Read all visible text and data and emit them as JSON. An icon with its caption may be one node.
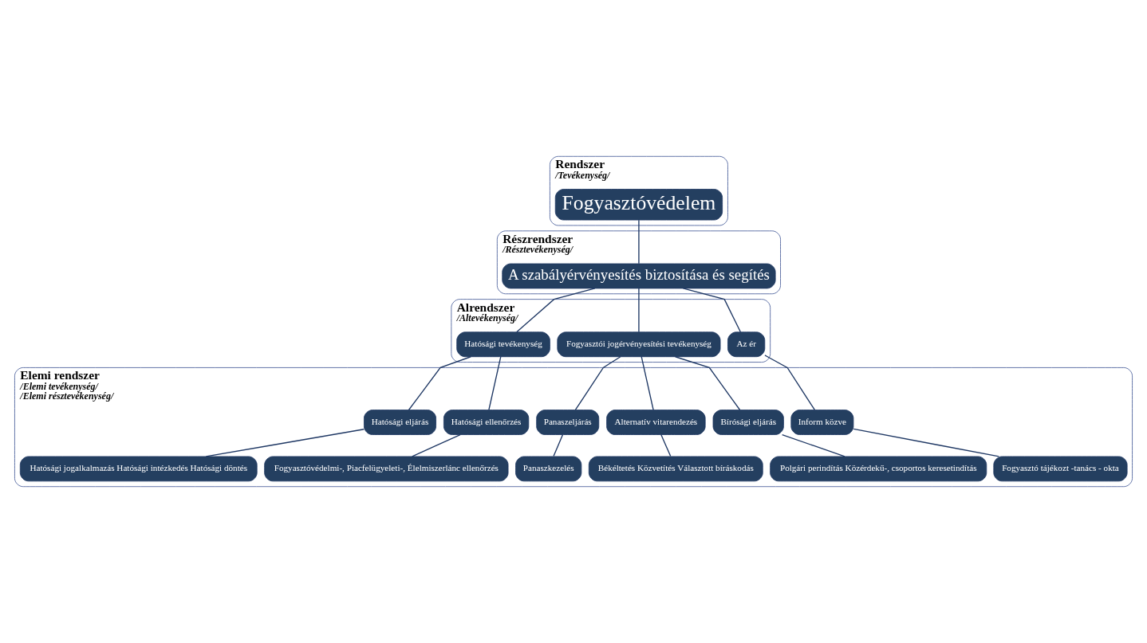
{
  "diagram": {
    "nodes": [
      {
        "text": [
          "Rendszer",
          "/Tevékenység/"
        ]
      },
      {
        "text": [
          "Fogyasztóvédelem"
        ],
        "in": 0
      },
      {
        "text": [
          "Részrendszer",
          "/Résztevékenység/"
        ]
      },
      {
        "text": [
          "A szabályérvényesítés biztosítása és segítés"
        ],
        "in": 2
      },
      {
        "text": [
          "Alrendszer",
          "/Altevékenység/"
        ]
      },
      {
        "text": [
          "Hatósági tevékenység"
        ],
        "in": 4
      },
      {
        "text": [
          "Fogyasztói jogérvényesítési tevékenység"
        ],
        "in": 4
      },
      {
        "text": [
          "Az ér"
        ],
        "in": 4
      },
      {
        "text": [
          "Elemi rendszer",
          "/Elemi tevékenység/",
          "/Elemi résztevékenység/"
        ]
      },
      {
        "text": [
          "Hatósági eljárás"
        ],
        "in": 8
      },
      {
        "text": [
          "Hatósági ellenőrzés"
        ],
        "in": 8
      },
      {
        "text": [
          "Panaszeljárás"
        ],
        "in": 8
      },
      {
        "text": [
          "Alternatív vitarendezés"
        ],
        "in": 8
      },
      {
        "text": [
          "Bírósági eljárás"
        ],
        "in": 8
      },
      {
        "text": [
          "Inform közve"
        ],
        "in": 8
      },
      {
        "text": [
          "Hatósági jogalkalmazás Hatósági intézkedés Hatósági döntés"
        ],
        "in": 8
      },
      {
        "text": [
          "Fogyasztóvédelmi-, Piacfelügyeleti-, Élelmiszerlánc ellenőrzés"
        ],
        "in": 8
      },
      {
        "text": [
          "Panaszkezelés"
        ],
        "in": 8
      },
      {
        "text": [
          "Békéltetés Közvetítés Választott bíráskodás"
        ],
        "in": 8
      },
      {
        "text": [
          "Polgári perindítás Közérdekű-, csoportos keresetindítás"
        ],
        "in": 8
      },
      {
        "text": [
          "Fogyasztó tájékozt -tanács - okta"
        ],
        "in": 8
      }
    ],
    "edges": [
      {
        "from": 1,
        "to": 3,
        "arrow": "none"
      },
      {
        "from": 3,
        "to": 5,
        "arrow": "none"
      },
      {
        "from": 3,
        "to": 6,
        "arrow": "none"
      },
      {
        "from": 3,
        "to": 7,
        "arrow": "none"
      },
      {
        "from": 5,
        "to": 9,
        "arrow": "none"
      },
      {
        "from": 5,
        "to": 10,
        "arrow": "none"
      },
      {
        "from": 6,
        "to": 11,
        "arrow": "none"
      },
      {
        "from": 6,
        "to": 12,
        "arrow": "none"
      },
      {
        "from": 6,
        "to": 13,
        "arrow": "none"
      },
      {
        "from": 7,
        "to": 14,
        "arrow": "none"
      },
      {
        "from": 9,
        "to": 15,
        "arrow": "none"
      },
      {
        "from": 10,
        "to": 16,
        "arrow": "none"
      },
      {
        "from": 11,
        "to": 17,
        "arrow": "none"
      },
      {
        "from": 12,
        "to": 18,
        "arrow": "none"
      },
      {
        "from": 13,
        "to": 19,
        "arrow": "none"
      },
      {
        "from": 14,
        "to": 20,
        "arrow": "none"
      }
    ]
  }
}
